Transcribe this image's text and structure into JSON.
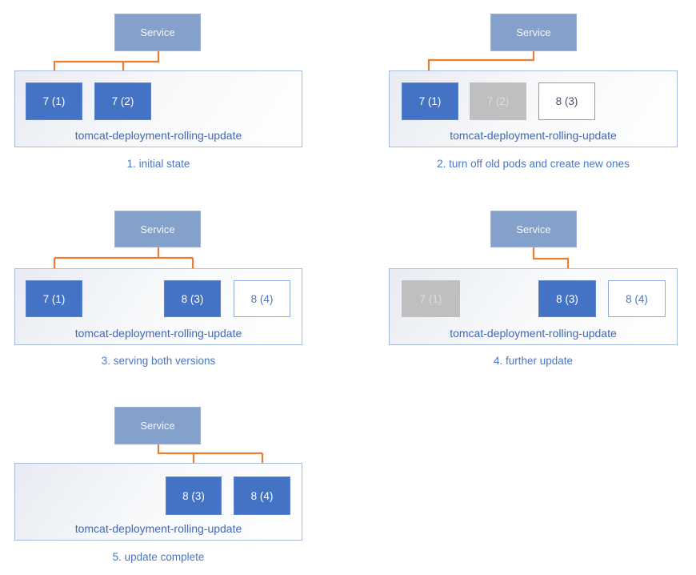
{
  "colors": {
    "pod_active_blue": "#4472C4",
    "pod_inactive_gray": "#BFBFBF",
    "service_blue": "#84A1CC",
    "arrow_orange": "#ED7D31",
    "caption_blue": "#4A76C6",
    "deploy_border": "#A9BCDF"
  },
  "panels": [
    {
      "caption": "1. initial state",
      "service_label": "Service",
      "deployment_label": "tomcat-deployment-rolling-update",
      "pods": [
        {
          "label": "7 (1)",
          "state": "active"
        },
        {
          "label": "7 (2)",
          "state": "active"
        }
      ],
      "arrow_targets": [
        "7 (1)",
        "7 (2)"
      ]
    },
    {
      "caption": "2. turn off old pods and create new ones",
      "service_label": "Service",
      "deployment_label": "tomcat-deployment-rolling-update",
      "pods": [
        {
          "label": "7 (1)",
          "state": "active"
        },
        {
          "label": "7 (2)",
          "state": "inactive"
        },
        {
          "label": "8 (3)",
          "state": "new"
        }
      ],
      "arrow_targets": [
        "7 (1)"
      ]
    },
    {
      "caption": "3. serving both versions",
      "service_label": "Service",
      "deployment_label": "tomcat-deployment-rolling-update",
      "pods": [
        {
          "label": "7 (1)",
          "state": "active"
        },
        {
          "label": "8 (3)",
          "state": "active"
        },
        {
          "label": "8 (4)",
          "state": "new"
        }
      ],
      "arrow_targets": [
        "7 (1)",
        "8 (3)"
      ]
    },
    {
      "caption": "4. further update",
      "service_label": "Service",
      "deployment_label": "tomcat-deployment-rolling-update",
      "pods": [
        {
          "label": "7 (1)",
          "state": "inactive"
        },
        {
          "label": "8 (3)",
          "state": "active"
        },
        {
          "label": "8 (4)",
          "state": "new"
        }
      ],
      "arrow_targets": [
        "8 (3)"
      ]
    },
    {
      "caption": "5. update complete",
      "service_label": "Service",
      "deployment_label": "tomcat-deployment-rolling-update",
      "pods": [
        {
          "label": "8 (3)",
          "state": "active"
        },
        {
          "label": "8 (4)",
          "state": "active"
        }
      ],
      "arrow_targets": [
        "8 (3)",
        "8 (4)"
      ]
    }
  ]
}
